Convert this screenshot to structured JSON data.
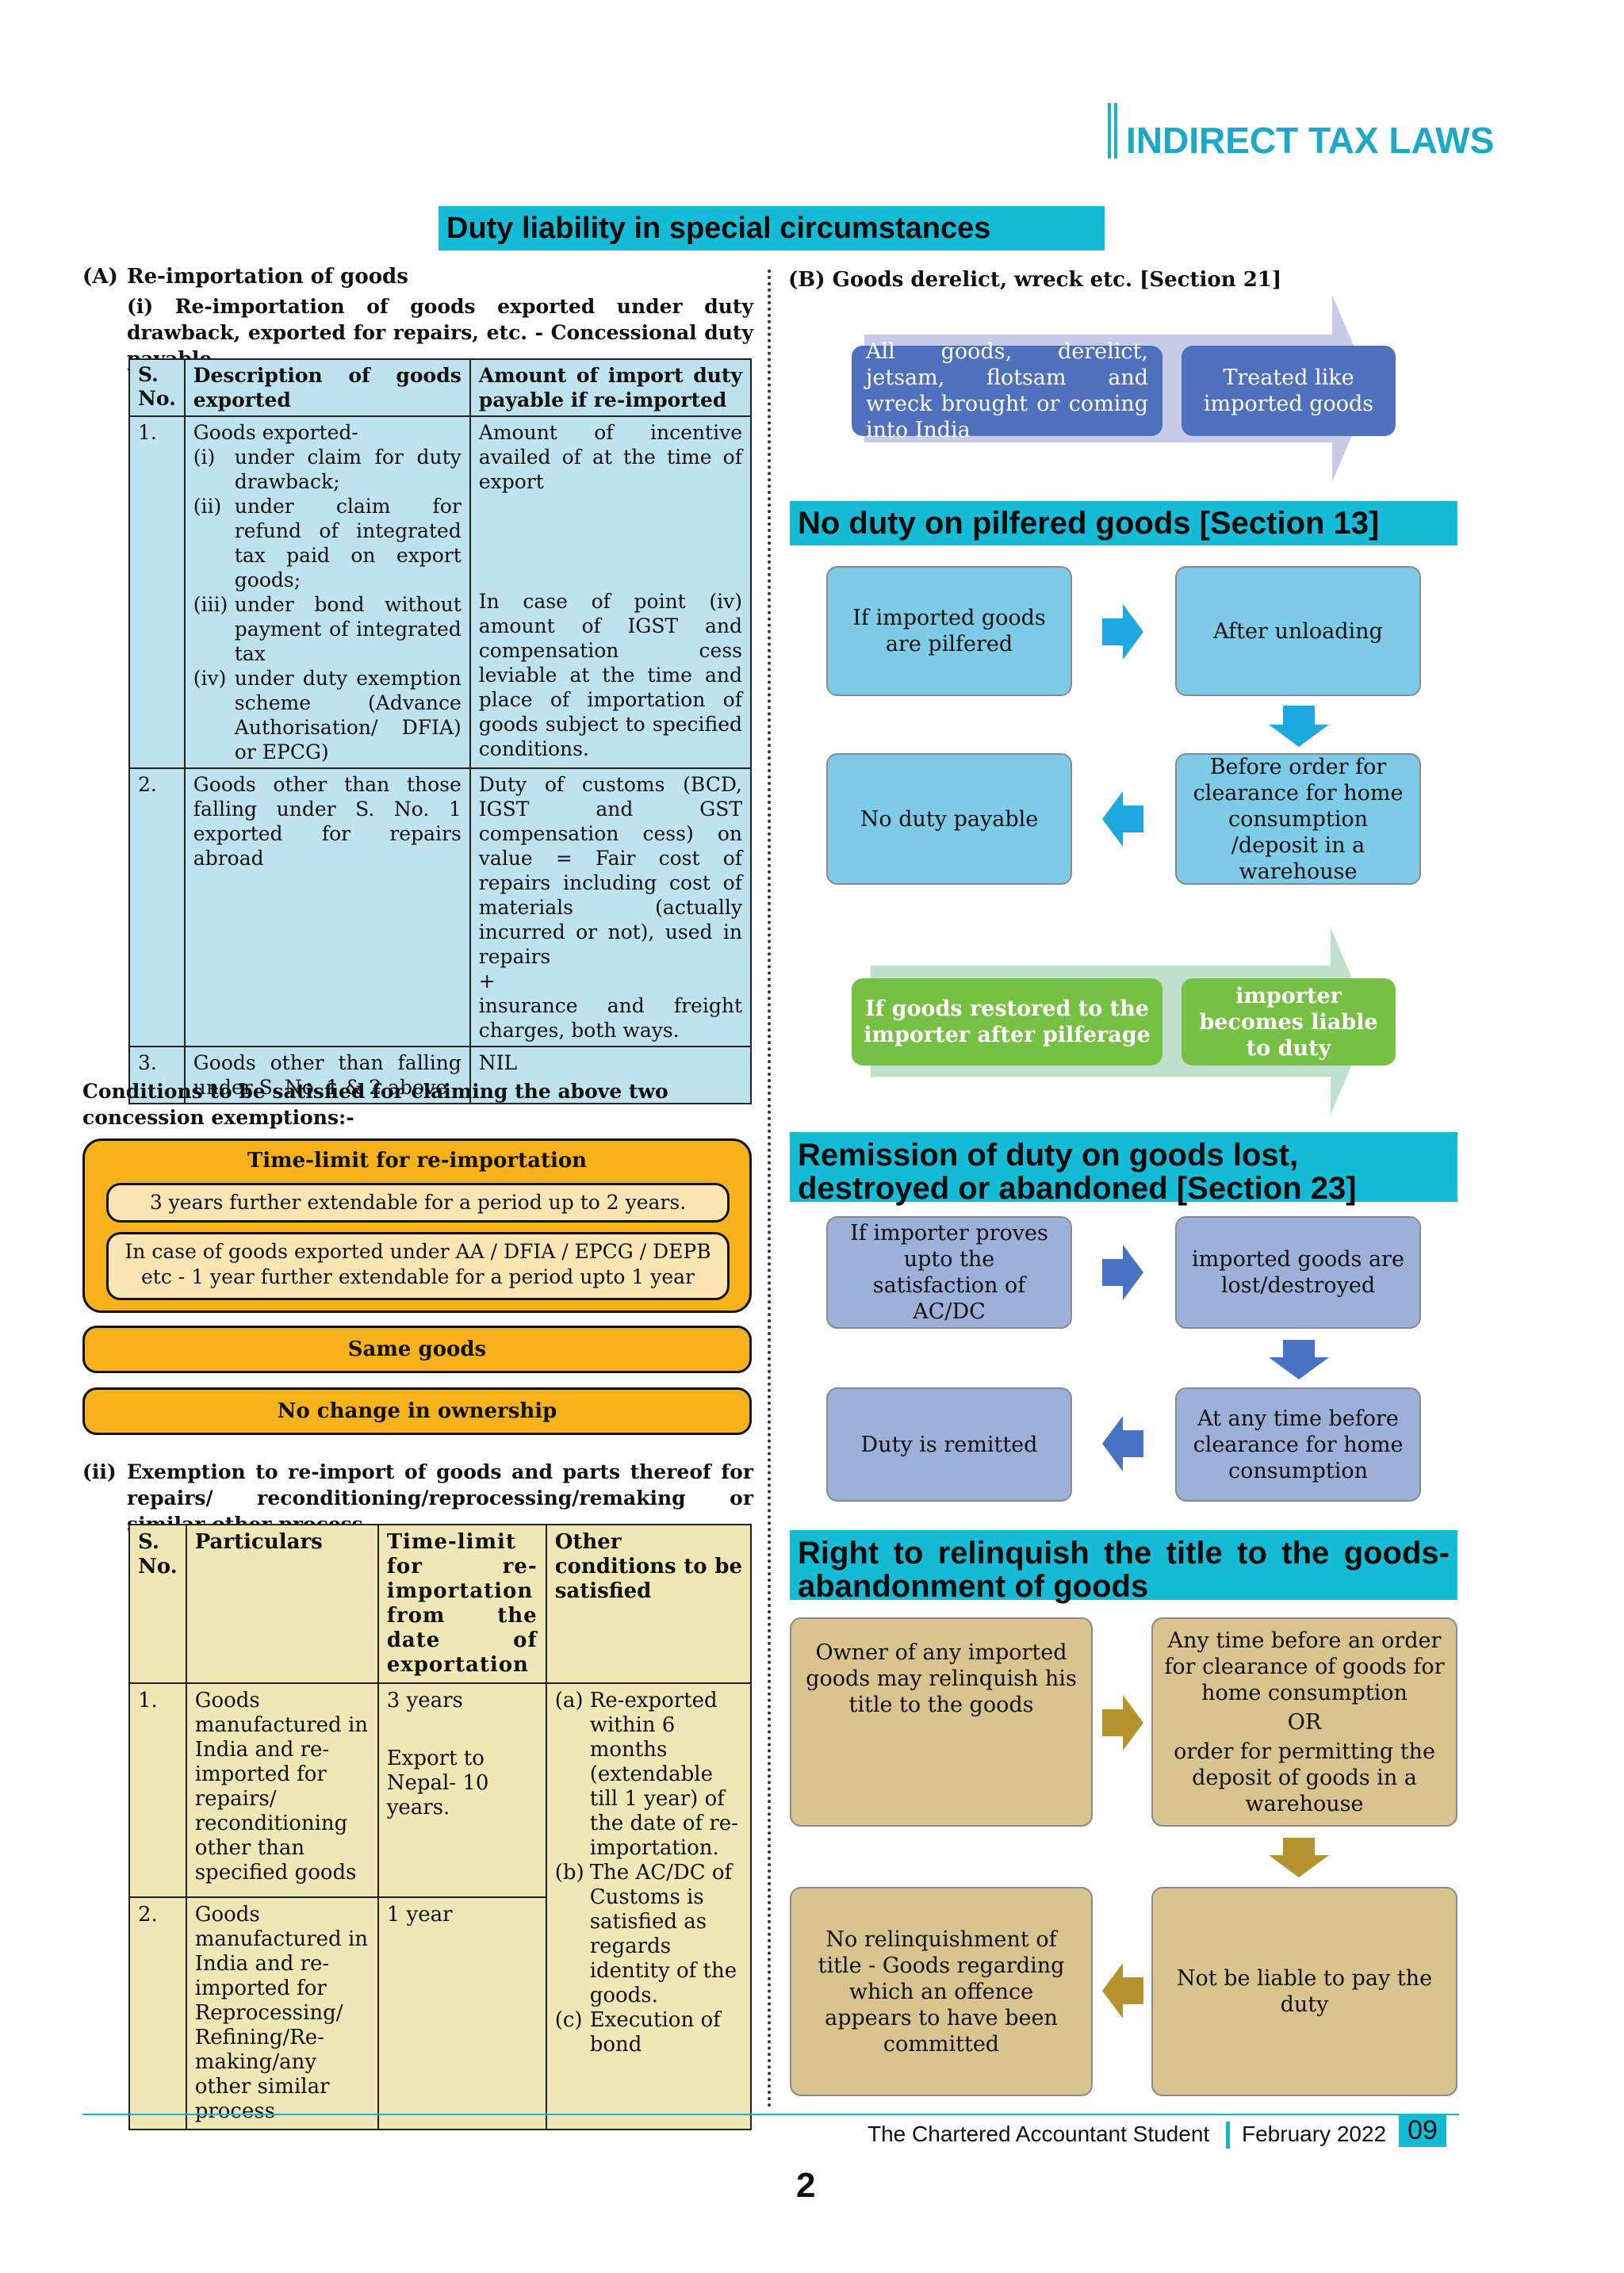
{
  "header": {
    "title": "INDIRECT TAX LAWS"
  },
  "main_title": "Duty liability in special circumstances",
  "section_a": {
    "heading_num": "(A)",
    "heading": "Re-importation of goods",
    "sub_i": "(i) Re-importation of goods exported under duty drawback, exported for repairs, etc. - Concessional duty payable",
    "table": {
      "headers": [
        "S. No.",
        "Description of goods exported",
        "Amount of import duty payable if re-imported"
      ],
      "row1": {
        "sno": "1.",
        "desc_intro": "Goods exported-",
        "items": [
          {
            "num": "(i)",
            "text": "under claim for duty drawback;"
          },
          {
            "num": "(ii)",
            "text": "under claim for refund of integrated tax paid on export goods;"
          },
          {
            "num": "(iii)",
            "text": "under bond without payment of integrated tax"
          },
          {
            "num": "(iv)",
            "text": "under duty exemption scheme (Advance Authorisation/ DFIA) or EPCG)"
          }
        ],
        "amount_a": "Amount of incentive availed of at the time of export",
        "amount_b": "In case of point (iv) amount of IGST and compensation cess leviable at the time and place of importation of goods subject to specified conditions."
      },
      "row2": {
        "sno": "2.",
        "desc": "Goods other than those falling under S. No. 1 exported for repairs abroad",
        "amount_a": "Duty of customs (BCD, IGST and GST compensation cess) on value = Fair cost of repairs including cost of materials (actually incurred or not), used in repairs",
        "plus": "+",
        "amount_b": "insurance and freight charges, both ways."
      },
      "row3": {
        "sno": "3.",
        "desc": "Goods other than falling under S. No. 1 & 2 above",
        "amount": "NIL"
      }
    },
    "conditions_heading": "Conditions to be satisfied for claiming the above two concession exemptions:-",
    "time_limit": {
      "label": "Time-limit for re-importation",
      "opt1": "3 years further extendable for a period up to 2 years.",
      "opt2": "In case of goods exported under AA / DFIA / EPCG / DEPB etc - 1 year further extendable for a period upto 1 year"
    },
    "same_goods": "Same goods",
    "no_change": "No change in ownership",
    "sub_ii_num": "(ii)",
    "sub_ii": "Exemption to re-import of goods and parts thereof for repairs/ reconditioning/reprocessing/remaking or similar other process",
    "table2": {
      "headers": [
        "S. No.",
        "Particulars",
        "Time-limit for re-importation from the date of exportation",
        "Other conditions to be satisfied"
      ],
      "row1": {
        "sno": "1.",
        "particulars": "Goods manufactured in India and re-imported for repairs/ reconditioning other than specified goods",
        "time_a": "3 years",
        "time_b": "Export to Nepal- 10 years."
      },
      "row2": {
        "sno": "2.",
        "particulars": "Goods manufactured in India and re-imported for Reprocessing/ Refining/Re-making/any other similar process",
        "time": "1 year"
      },
      "conditions": [
        {
          "num": "(a)",
          "text": "Re-exported within 6 months (extendable till 1 year) of the date of re-importation."
        },
        {
          "num": "(b)",
          "text": "The AC/DC of Customs is satisfied as regards identity of the goods."
        },
        {
          "num": "(c)",
          "text": "Execution of bond"
        }
      ]
    }
  },
  "section_b": {
    "heading": "(B)  Goods derelict, wreck etc. [Section 21]",
    "box1": "All goods, derelict, jetsam, flotsam and wreck brought or coming into India",
    "box2": "Treated like imported goods"
  },
  "pilfered": {
    "title": "No duty on pilfered goods [Section 13]",
    "box1": "If imported goods are pilfered",
    "box2": "After unloading",
    "box3": "Before order for clearance for home consumption /deposit in a warehouse",
    "box4": "No duty payable",
    "box5": "If goods restored to the importer after pilferage",
    "box6": "importer becomes liable to duty"
  },
  "remission": {
    "title": "Remission of duty on goods lost, destroyed or abandoned [Section 23]",
    "box1": "If importer proves upto the satisfaction of AC/DC",
    "box2": "imported goods are lost/destroyed",
    "box3": "At any time before clearance for home consumption",
    "box4": "Duty is remitted"
  },
  "relinquish": {
    "title": "Right to relinquish the title to the goods-abandonment of goods",
    "box1": "Owner of any imported goods may relinquish his title to the goods",
    "box2a": "Any time before an order for clearance of goods for home consumption",
    "box2_or": "OR",
    "box2b": "order for permitting the deposit of goods in a warehouse",
    "box3": "Not be liable to pay the duty",
    "box4": "No relinquishment of title - Goods regarding which an offence appears to have been committed"
  },
  "footer": {
    "publication": "The Chartered Accountant Student",
    "date": "February 2022",
    "page_tag": "09",
    "page_number": "2"
  },
  "colors": {
    "cyan": "#16bcd6",
    "yellow": "#f6b21a",
    "blue_box": "#7ecbe8",
    "periwinkle": "#9db0da",
    "tan": "#d9c38f",
    "green": "#76c043"
  }
}
